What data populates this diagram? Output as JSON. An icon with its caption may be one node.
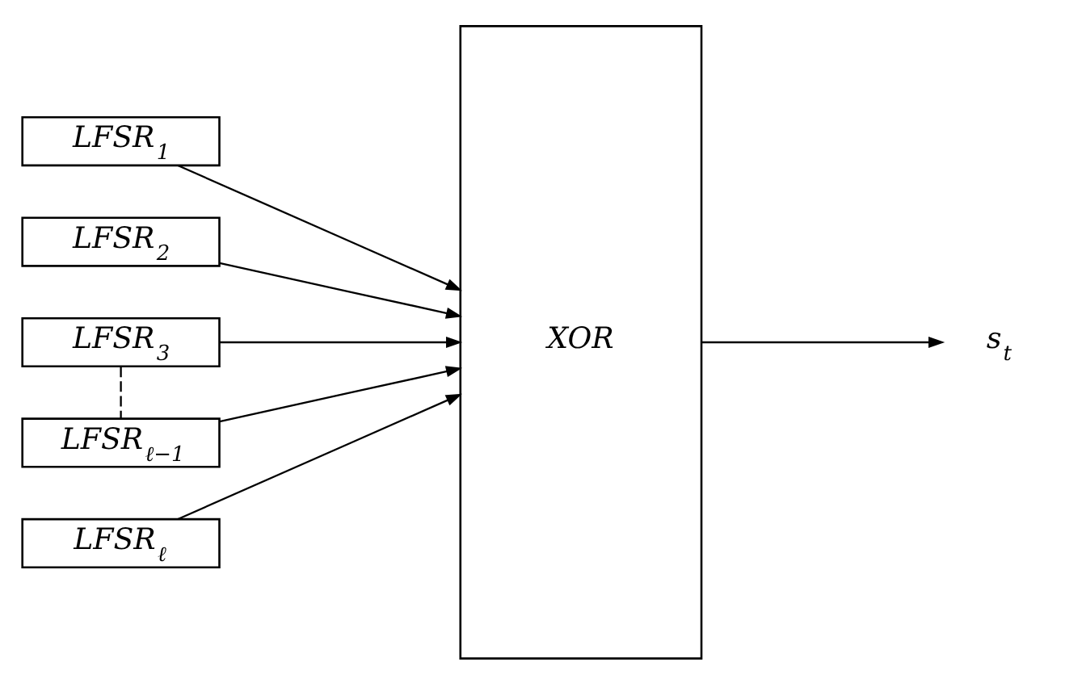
{
  "diagram": {
    "nodes": [
      {
        "text": [
          "LFSR$_{1}$"
        ]
      },
      {
        "text": [
          "LFSR$_{2}$"
        ]
      },
      {
        "text": [
          "LFSR$_{3}$"
        ]
      },
      {
        "text": [
          "LFSR$_{ℓ−1}$"
        ]
      },
      {
        "text": [
          "LFSR$_{ℓ}$"
        ]
      },
      {
        "text": [
          "XOR"
        ]
      },
      {
        "text": [
          "s$_{t}$"
        ]
      }
    ],
    "edges": [
      {
        "from": 0,
        "to": 5,
        "arrow": "to"
      },
      {
        "from": 1,
        "to": 5,
        "arrow": "to"
      },
      {
        "from": 2,
        "to": 5,
        "arrow": "to"
      },
      {
        "from": 3,
        "to": 5,
        "arrow": "to"
      },
      {
        "from": 4,
        "to": 5,
        "arrow": "to"
      },
      {
        "from": 2,
        "to": 3,
        "arrow": "none",
        "style": "dashed"
      },
      {
        "from": 5,
        "to": 6,
        "arrow": "to"
      }
    ]
  }
}
